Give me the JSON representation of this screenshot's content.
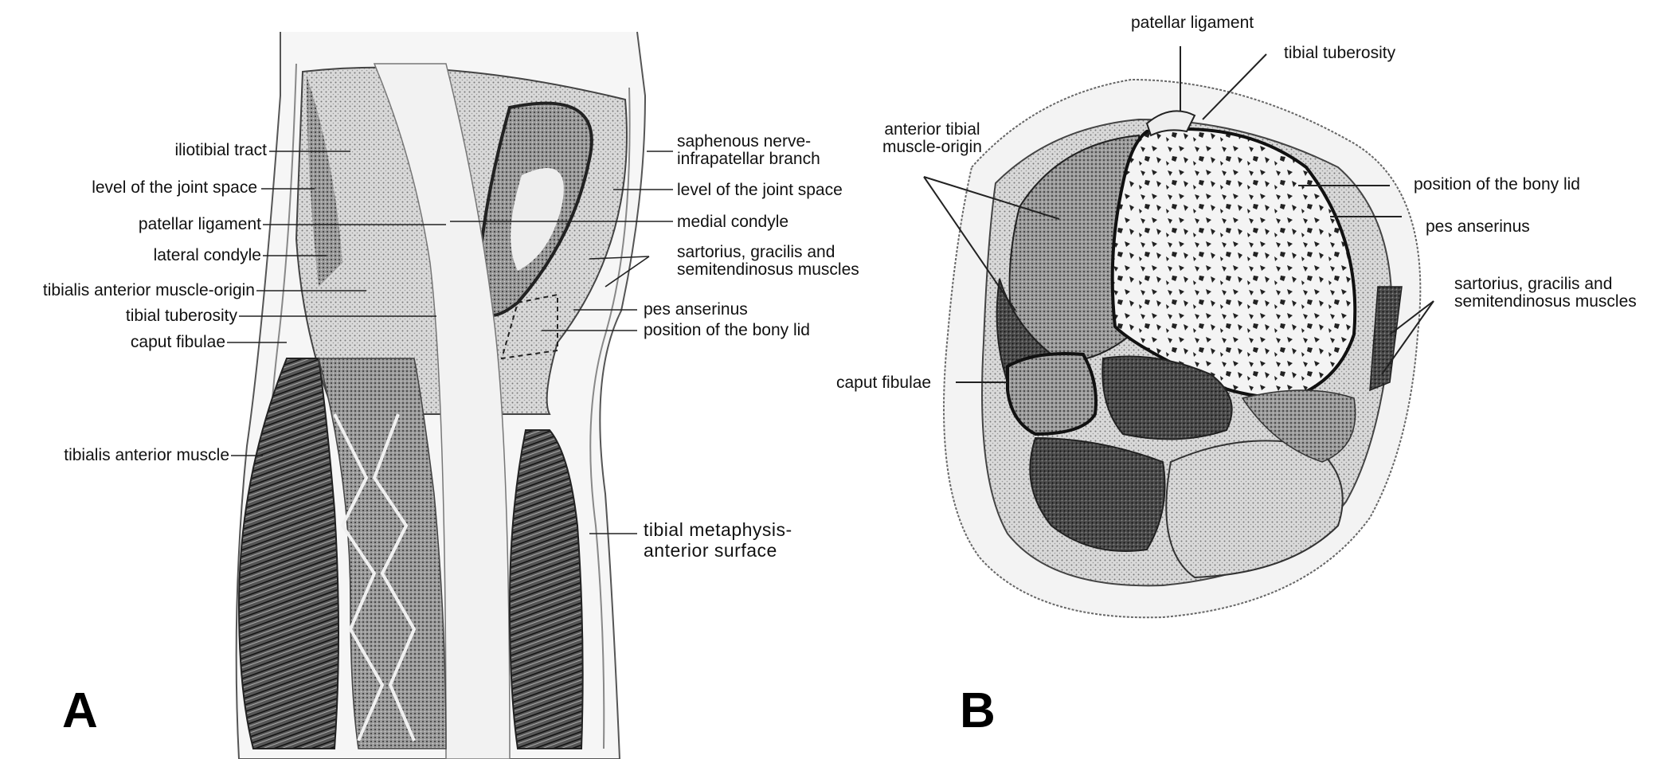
{
  "panel_a": {
    "letter": "A",
    "labels_left": {
      "iliotibial_tract": "iliotibial tract",
      "level_joint_space": "level of the joint space",
      "patellar_ligament": "patellar ligament",
      "lateral_condyle": "lateral condyle",
      "tibialis_anterior_origin": "tibialis anterior muscle-origin",
      "tibial_tuberosity": "tibial tuberosity",
      "caput_fibulae": "caput fibulae",
      "tibialis_anterior_muscle": "tibialis anterior muscle"
    },
    "labels_right": {
      "saphenous_nerve": [
        "saphenous nerve-",
        "infrapatellar branch"
      ],
      "level_joint_space": "level of the joint space",
      "medial_condyle": "medial condyle",
      "sartorius_group": [
        "sartorius, gracilis and",
        "semitendinosus muscles"
      ],
      "pes_anserinus": "pes anserinus",
      "bony_lid": "position of the bony lid",
      "tibial_metaphysis": [
        "tibial metaphysis-",
        "anterior surface"
      ]
    }
  },
  "panel_b": {
    "letter": "B",
    "labels": {
      "patellar_ligament": "patellar ligament",
      "tibial_tuberosity": "tibial tuberosity",
      "anterior_tibial_origin": [
        "anterior tibial",
        "muscle-origin"
      ],
      "bony_lid": "position of the bony lid",
      "pes_anserinus": "pes anserinus",
      "sartorius_group": [
        "sartorius, gracilis and",
        "semitendinosus muscles"
      ],
      "caput_fibulae": "caput fibulae"
    }
  }
}
